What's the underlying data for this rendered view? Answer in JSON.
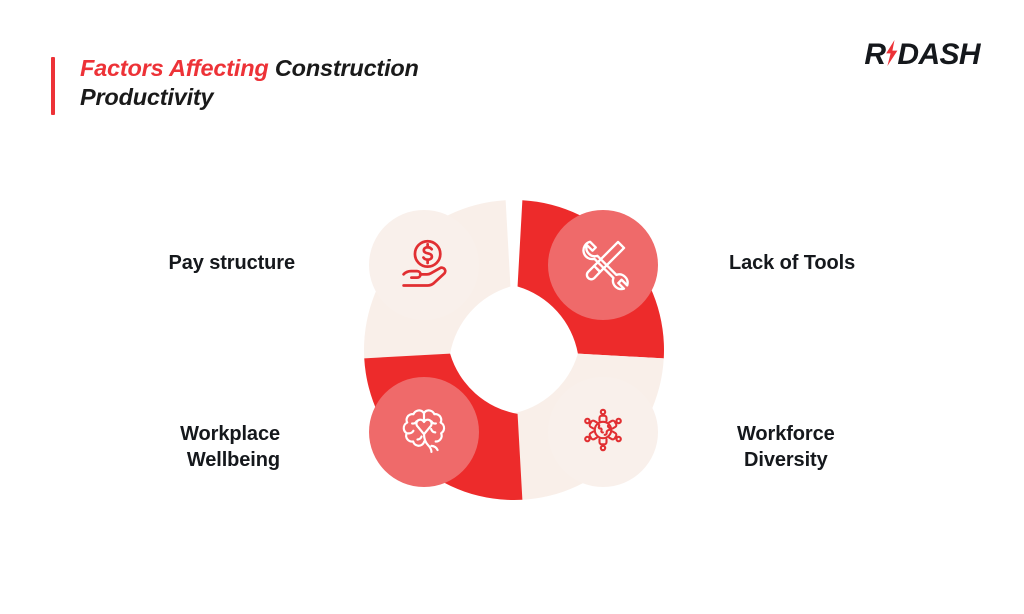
{
  "header": {
    "title_accent": "Factors Affecting",
    "title_rest": " Construction Productivity",
    "accent_color": "#ED3237",
    "text_color": "#15181C"
  },
  "logo": {
    "text_before": "R",
    "icon": "lightning-bolt-icon",
    "text_after": "DASH",
    "bolt_color": "#ED3237",
    "text_color": "#15181C"
  },
  "diagram": {
    "type": "cycle-donut",
    "center_is_empty": true,
    "segment_count": 4,
    "colors": {
      "pale_arc": "#F9EFE9",
      "red_arc": "#ED2B2B",
      "pale_node": "#F9F0EB",
      "solid_node": "#EF6A6A",
      "icon_red": "#E12F32",
      "icon_white": "#FFFFFF"
    },
    "segments": [
      {
        "id": "pay-structure",
        "position": "top-left",
        "label": "Pay structure",
        "arc_color": "#F9EFE9",
        "node_style": "pale",
        "icon": "hand-holding-coin-icon",
        "icon_color": "#E12F32"
      },
      {
        "id": "lack-of-tools",
        "position": "top-right",
        "label": "Lack of Tools",
        "arc_color": "#ED2B2B",
        "node_style": "solid",
        "icon": "wrench-screwdriver-icon",
        "icon_color": "#FFFFFF"
      },
      {
        "id": "workplace-wellbeing",
        "position": "bottom-left",
        "label": "Workplace\nWellbeing",
        "arc_color": "#ED2B2B",
        "node_style": "solid",
        "icon": "brain-heart-icon",
        "icon_color": "#FFFFFF"
      },
      {
        "id": "workforce-diversity",
        "position": "bottom-right",
        "label": "Workforce\nDiversity",
        "arc_color": "#F9EFE9",
        "node_style": "pale",
        "icon": "globe-people-diversity-icon",
        "icon_color": "#E12F32"
      }
    ]
  }
}
